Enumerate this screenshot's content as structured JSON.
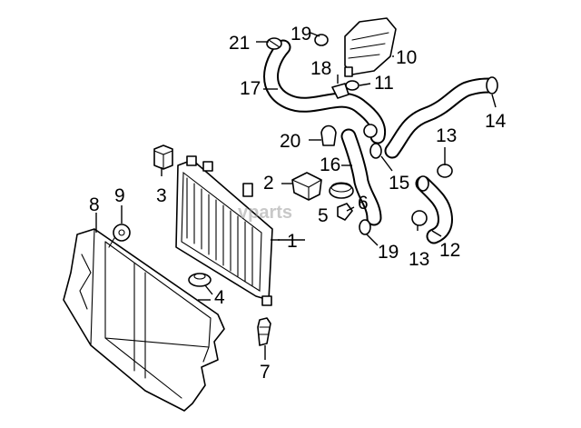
{
  "watermark": "vparts",
  "callouts": {
    "c1": "1",
    "c2": "2",
    "c3": "3",
    "c4": "4",
    "c5": "5",
    "c6": "6",
    "c7": "7",
    "c8": "8",
    "c9": "9",
    "c10": "10",
    "c11": "11",
    "c12": "12",
    "c13a": "13",
    "c13b": "13",
    "c14": "14",
    "c15": "15",
    "c16": "16",
    "c17": "17",
    "c18": "18",
    "c19a": "19",
    "c19b": "19",
    "c20": "20",
    "c21": "21"
  },
  "colors": {
    "line": "#000000",
    "background": "#ffffff",
    "watermark": "#9a9a9a"
  }
}
